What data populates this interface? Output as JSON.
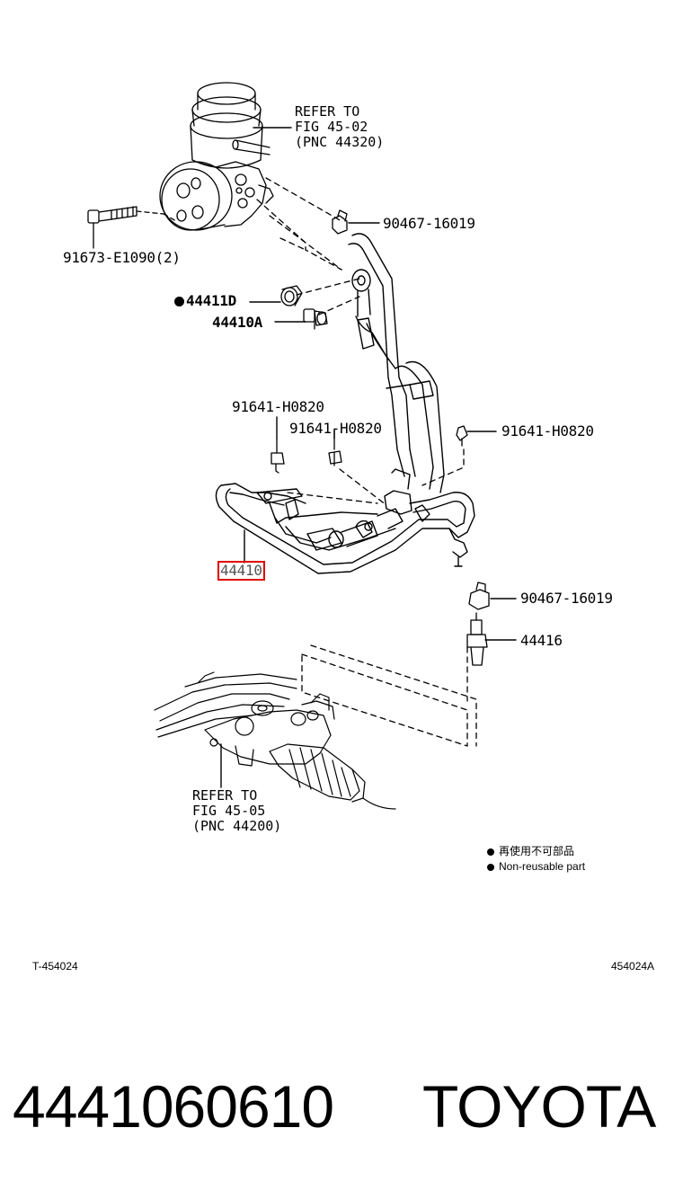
{
  "labels": {
    "refer_top": [
      "REFER TO",
      "FIG 45-02",
      "(PNC 44320)"
    ],
    "clamp_top": "90467-16019",
    "bolt_left": "91673-E1090(2)",
    "gasket_part": "44411D",
    "union_bolt": "44410A",
    "bolt_a": "91641-H0820",
    "bolt_b": "91641-H0820",
    "bolt_c": "91641-H0820",
    "hose_assy": "44410",
    "clamp_bottom": "90467-16019",
    "hose_lower": "44416",
    "refer_bottom": [
      "REFER TO",
      "FIG 45-05",
      "(PNC 44200)"
    ]
  },
  "legend": {
    "chinese": "再使用不可部品",
    "english": "Non-reusable part"
  },
  "codes": {
    "left": "T-454024",
    "right": "454024A"
  },
  "footer": {
    "part_number": "4441060610",
    "brand": "TOYOTA"
  }
}
